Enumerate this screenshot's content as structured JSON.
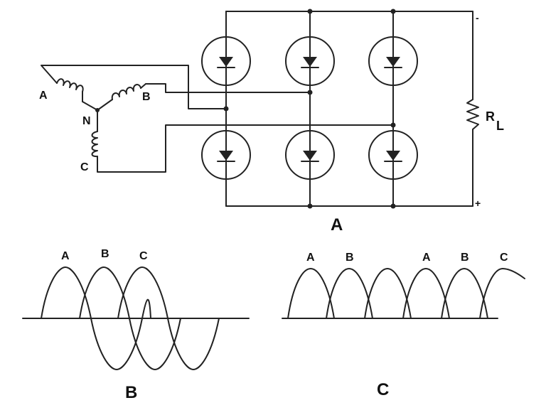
{
  "circuit": {
    "phases": [
      "A",
      "B",
      "C"
    ],
    "neutral": "N",
    "load_label": "R",
    "load_subscript": "L",
    "minus": "-",
    "plus": "+",
    "caption": "A"
  },
  "waveform_b": {
    "labels": [
      "A",
      "B",
      "C"
    ],
    "caption": "B"
  },
  "waveform_c": {
    "labels": [
      "A",
      "B",
      "A",
      "B",
      "C"
    ],
    "caption": "C"
  }
}
